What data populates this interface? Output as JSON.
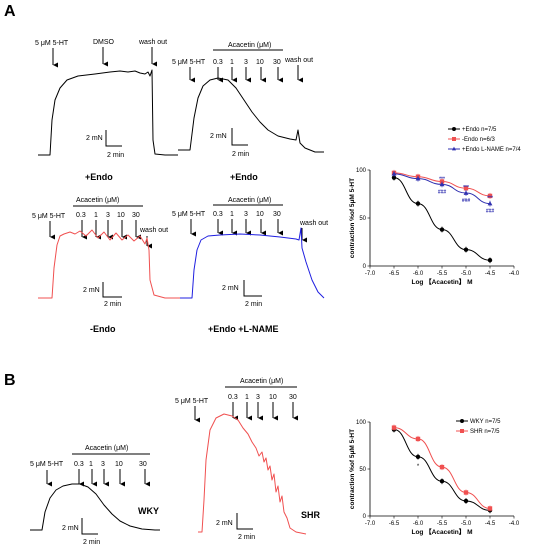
{
  "panels": {
    "A": "A",
    "B": "B"
  },
  "labels": {
    "ht5": "5 μM 5-HT",
    "dmso": "DMSO",
    "wash": "wash out",
    "acacetin": "Acacetin (μM)",
    "concs_a": [
      "0.3",
      "1",
      "3",
      "10",
      "30"
    ],
    "concs_b": [
      "0.3",
      "1",
      "3",
      "10",
      "30"
    ],
    "scale_y": "2 mN",
    "scale_x": "2 min"
  },
  "traces": {
    "a1": "+Endo",
    "a2": "+Endo",
    "a3": "-Endo",
    "a4": "+Endo +L-NAME",
    "b1": "WKY",
    "b2": "SHR"
  },
  "colors": {
    "black": "#000000",
    "red": "#f05050",
    "blue": "#1f1fe0",
    "blueDark": "#3030b0"
  },
  "chart_data": [
    {
      "type": "line",
      "xlabel": "Log 【Acacetin】 M",
      "ylabel": "contraction %of 5μM 5-HT",
      "xlim": [
        -7.0,
        -4.0
      ],
      "ylim": [
        0,
        100
      ],
      "xticks": [
        "-7.0",
        "-6.5",
        "-6.0",
        "-5.5",
        "-5.0",
        "-4.5",
        "-4.0"
      ],
      "yticks": [
        "0",
        "50",
        "100"
      ],
      "x": [
        -6.5,
        -6.0,
        -5.5,
        -5.0,
        -4.5
      ],
      "series": [
        {
          "name": "+Endo n=7/5",
          "color": "#000000",
          "values": [
            92,
            65,
            38,
            17,
            6
          ]
        },
        {
          "name": "-Endo n=6/3",
          "color": "#f05050",
          "values": [
            97,
            93,
            88,
            81,
            73
          ]
        },
        {
          "name": "+Endo L-NAME n=7/4",
          "color": "#3030b0",
          "values": [
            96,
            91,
            85,
            76,
            65
          ]
        }
      ],
      "annotations": [
        "***",
        "###",
        "***",
        "###",
        "***",
        "###"
      ],
      "legend": "top-right"
    },
    {
      "type": "line",
      "xlabel": "Log 【Acacetin】 M",
      "ylabel": "contraction %of 5μM 5-HT",
      "xlim": [
        -7.0,
        -4.0
      ],
      "ylim": [
        0,
        100
      ],
      "xticks": [
        "-7.0",
        "-6.5",
        "-6.0",
        "-5.5",
        "-5.0",
        "-4.5",
        "-4.0"
      ],
      "yticks": [
        "0",
        "50",
        "100"
      ],
      "x": [
        -6.5,
        -6.0,
        -5.5,
        -5.0,
        -4.5
      ],
      "series": [
        {
          "name": "WKY n=7/5",
          "color": "#000000",
          "values": [
            92,
            63,
            37,
            16,
            6
          ]
        },
        {
          "name": "SHR n=7/5",
          "color": "#f05050",
          "values": [
            94,
            82,
            52,
            25,
            8
          ]
        }
      ],
      "annotations": [
        "*"
      ],
      "legend": "top-right"
    }
  ]
}
